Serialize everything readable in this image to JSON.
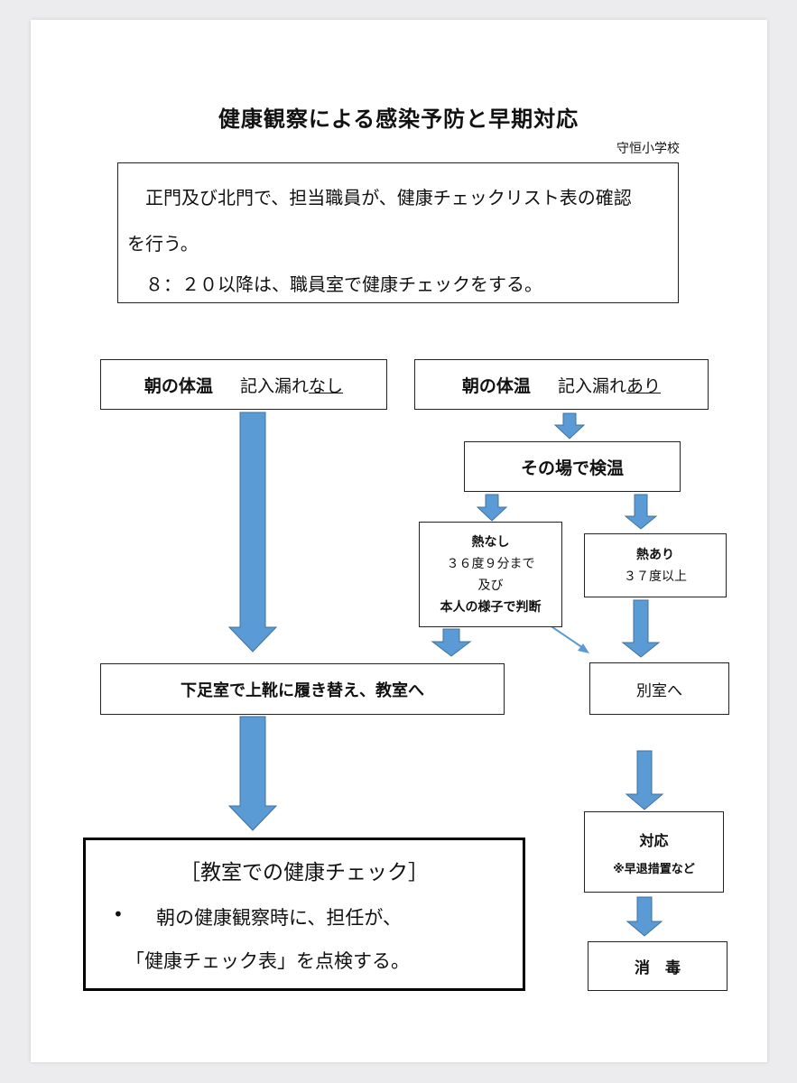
{
  "title": "健康観察による感染予防と早期対応",
  "school": "守恒小学校",
  "intro": {
    "line1": "　正門及び北門で、担当職員が、健康チェックリスト表の確認",
    "line2": "を行う。",
    "line3": "　８：２０以降は、職員室で健康チェックをする。"
  },
  "flow": {
    "left_top": {
      "label": "朝の体温",
      "sub": "記入漏れ",
      "flag": "なし"
    },
    "right_top": {
      "label": "朝の体温",
      "sub": "記入漏れ",
      "flag": "あり"
    },
    "check": "その場で検温",
    "no_fever": {
      "title": "熱なし",
      "line1": "３６度９分まで",
      "line2": "及び",
      "line3": "本人の様子で判断"
    },
    "fever": {
      "title": "熱あり",
      "line1": "３７度以上"
    },
    "shoes": "下足室で上靴に履き替え、教室へ",
    "separate_room": "別室へ",
    "response": {
      "title": "対応",
      "note": "※早退措置など"
    },
    "disinfect": "消　毒"
  },
  "classroom_check": {
    "heading": "［教室での健康チェック］",
    "bullet": "•",
    "line1": "朝の健康観察時に、担任が、",
    "line2": "「健康チェック表」を点検する。"
  },
  "colors": {
    "arrow_fill": "#5b9bd5",
    "arrow_stroke": "#41719c",
    "border": "#222222"
  }
}
